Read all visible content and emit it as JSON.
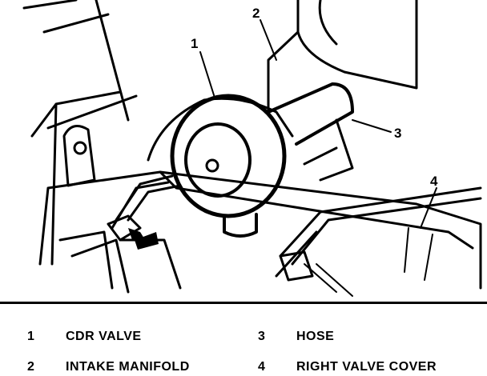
{
  "callouts": [
    "1",
    "2",
    "3",
    "4"
  ],
  "legend": [
    {
      "number": "1",
      "label": "CDR VALVE"
    },
    {
      "number": "2",
      "label": "INTAKE MANIFOLD"
    },
    {
      "number": "3",
      "label": "HOSE"
    },
    {
      "number": "4",
      "label": "RIGHT VALVE COVER"
    }
  ]
}
